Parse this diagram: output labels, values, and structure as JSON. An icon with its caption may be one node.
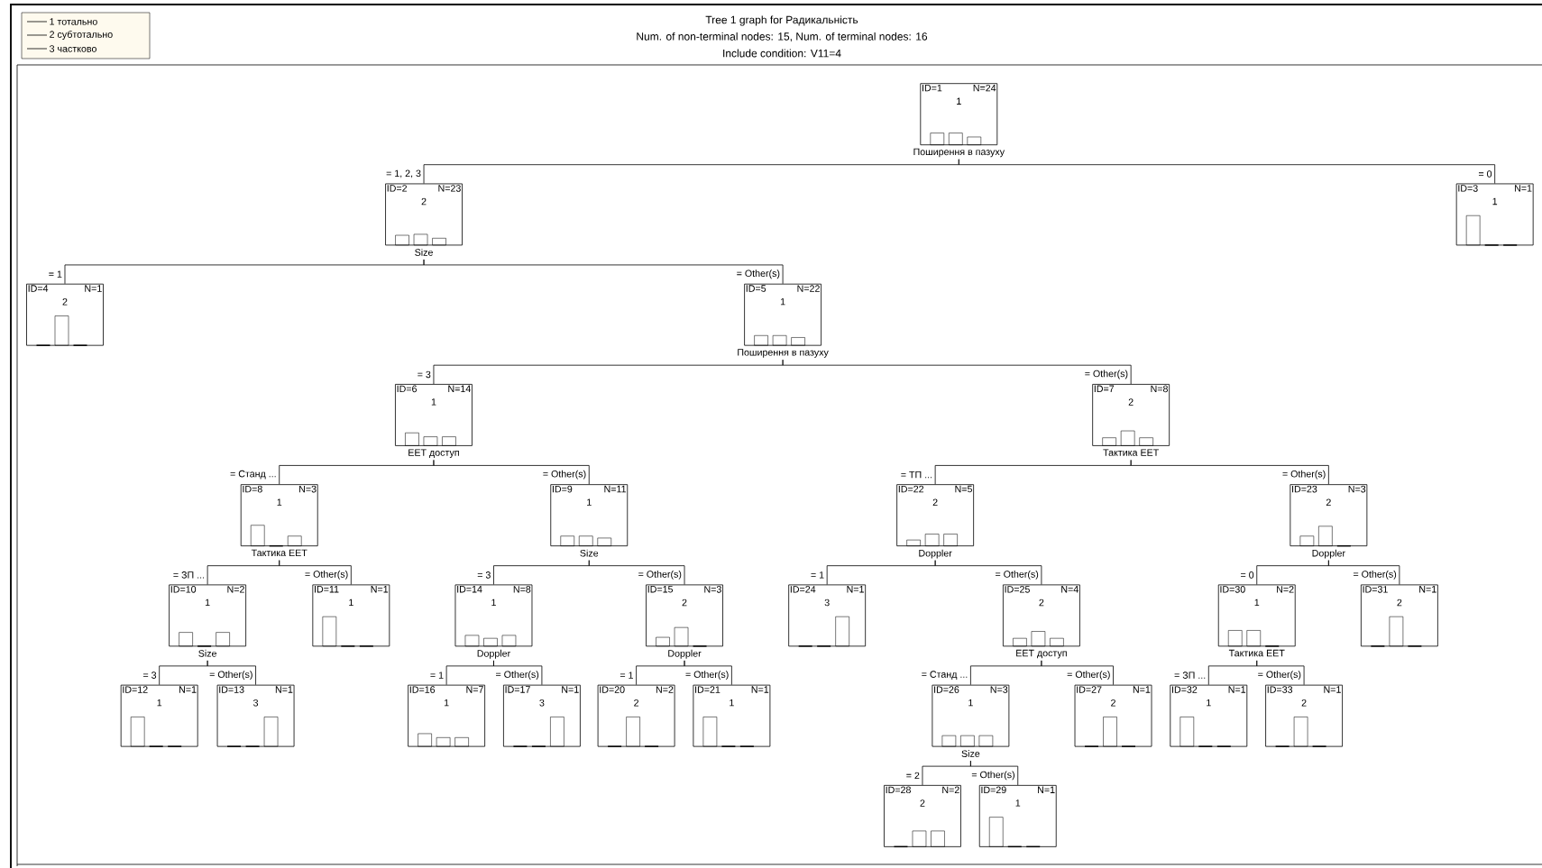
{
  "diagram": {
    "title": "Tree 1 graph for Радикальність",
    "nodes": [
      {
        "text": [
          "ID=1",
          "N=24",
          "1"
        ],
        "beside": [
          "Поширення в пазуху"
        ]
      },
      {
        "text": [
          "ID=2",
          "N=23",
          "2"
        ],
        "beside": [
          "Size"
        ]
      },
      {
        "text": [
          "ID=3",
          "N=1",
          "1"
        ]
      },
      {
        "text": [
          "ID=4",
          "N=1",
          "2"
        ]
      },
      {
        "text": [
          "ID=5",
          "N=22",
          "1"
        ],
        "beside": [
          "Поширення в пазуху"
        ]
      },
      {
        "text": [
          "ID=6",
          "N=14",
          "1"
        ],
        "beside": [
          "ЕЕТ доступ"
        ]
      },
      {
        "text": [
          "ID=7",
          "N=8",
          "2"
        ],
        "beside": [
          "Тактика ЕЕТ"
        ]
      },
      {
        "text": [
          "ID=8",
          "N=3",
          "1"
        ],
        "beside": [
          "Тактика ЕЕТ"
        ]
      },
      {
        "text": [
          "ID=9",
          "N=11",
          "1"
        ],
        "beside": [
          "Size"
        ]
      },
      {
        "text": [
          "ID=22",
          "N=5",
          "2"
        ],
        "beside": [
          "Doppler"
        ]
      },
      {
        "text": [
          "ID=23",
          "N=3",
          "2"
        ],
        "beside": [
          "Doppler"
        ]
      },
      {
        "text": [
          "ID=10",
          "N=2",
          "1"
        ],
        "beside": [
          "Size"
        ]
      },
      {
        "text": [
          "ID=11",
          "N=1",
          "1"
        ]
      },
      {
        "text": [
          "ID=14",
          "N=8",
          "1"
        ],
        "beside": [
          "Doppler"
        ]
      },
      {
        "text": [
          "ID=15",
          "N=3",
          "2"
        ],
        "beside": [
          "Doppler"
        ]
      },
      {
        "text": [
          "ID=24",
          "N=1",
          "3"
        ]
      },
      {
        "text": [
          "ID=25",
          "N=4",
          "2"
        ],
        "beside": [
          "ЕЕТ доступ"
        ]
      },
      {
        "text": [
          "ID=30",
          "N=2",
          "1"
        ],
        "beside": [
          "Тактика ЕЕТ"
        ]
      },
      {
        "text": [
          "ID=31",
          "N=1",
          "2"
        ]
      },
      {
        "text": [
          "ID=12",
          "N=1",
          "1"
        ]
      },
      {
        "text": [
          "ID=13",
          "N=1",
          "3"
        ]
      },
      {
        "text": [
          "ID=16",
          "N=7",
          "1"
        ]
      },
      {
        "text": [
          "ID=17",
          "N=1",
          "3"
        ]
      },
      {
        "text": [
          "ID=20",
          "N=2",
          "2"
        ]
      },
      {
        "text": [
          "ID=21",
          "N=1",
          "1"
        ]
      },
      {
        "text": [
          "ID=26",
          "N=3",
          "1"
        ],
        "beside": [
          "Size"
        ]
      },
      {
        "text": [
          "ID=27",
          "N=1",
          "2"
        ]
      },
      {
        "text": [
          "ID=32",
          "N=1",
          "1"
        ]
      },
      {
        "text": [
          "ID=33",
          "N=1",
          "2"
        ]
      },
      {
        "text": [
          "ID=28",
          "N=2",
          "2"
        ]
      },
      {
        "text": [
          "ID=29",
          "N=1",
          "1"
        ]
      }
    ],
    "edges": [
      {
        "from": 0,
        "to": 1,
        "arrow": "none",
        "label": "= 1, 2, 3"
      },
      {
        "from": 0,
        "to": 2,
        "arrow": "none",
        "label": "= 0"
      },
      {
        "from": 1,
        "to": 3,
        "arrow": "none",
        "label": "= 1"
      },
      {
        "from": 1,
        "to": 4,
        "arrow": "none",
        "label": "= Other(s)"
      },
      {
        "from": 4,
        "to": 5,
        "arrow": "none",
        "label": "= 3"
      },
      {
        "from": 4,
        "to": 6,
        "arrow": "none",
        "label": "= Other(s)"
      },
      {
        "from": 5,
        "to": 7,
        "arrow": "none",
        "label": "= Станд ..."
      },
      {
        "from": 5,
        "to": 8,
        "arrow": "none",
        "label": "= Other(s)"
      },
      {
        "from": 6,
        "to": 9,
        "arrow": "none",
        "label": "= ТП ..."
      },
      {
        "from": 6,
        "to": 10,
        "arrow": "none",
        "label": "= Other(s)"
      },
      {
        "from": 7,
        "to": 11,
        "arrow": "none",
        "label": "= ЗП ..."
      },
      {
        "from": 7,
        "to": 12,
        "arrow": "none",
        "label": "= Other(s)"
      },
      {
        "from": 8,
        "to": 13,
        "arrow": "none",
        "label": "= 3"
      },
      {
        "from": 8,
        "to": 14,
        "arrow": "none",
        "label": "= Other(s)"
      },
      {
        "from": 9,
        "to": 15,
        "arrow": "none",
        "label": "= 1"
      },
      {
        "from": 9,
        "to": 16,
        "arrow": "none",
        "label": "= Other(s)"
      },
      {
        "from": 10,
        "to": 17,
        "arrow": "none",
        "label": "= 0"
      },
      {
        "from": 10,
        "to": 18,
        "arrow": "none",
        "label": "= Other(s)"
      },
      {
        "from": 11,
        "to": 19,
        "arrow": "none",
        "label": "= 3"
      },
      {
        "from": 11,
        "to": 20,
        "arrow": "none",
        "label": "= Other(s)"
      },
      {
        "from": 13,
        "to": 21,
        "arrow": "none",
        "label": "= 1"
      },
      {
        "from": 13,
        "to": 22,
        "arrow": "none",
        "label": "= Other(s)"
      },
      {
        "from": 14,
        "to": 23,
        "arrow": "none",
        "label": "= 1"
      },
      {
        "from": 14,
        "to": 24,
        "arrow": "none",
        "label": "= Other(s)"
      },
      {
        "from": 16,
        "to": 25,
        "arrow": "none",
        "label": "= Станд ..."
      },
      {
        "from": 16,
        "to": 26,
        "arrow": "none",
        "label": "= Other(s)"
      },
      {
        "from": 17,
        "to": 27,
        "arrow": "none",
        "label": "= ЗП ..."
      },
      {
        "from": 17,
        "to": 28,
        "arrow": "none",
        "label": "= Other(s)"
      },
      {
        "from": 25,
        "to": 29,
        "arrow": "none",
        "label": "= 2"
      },
      {
        "from": 25,
        "to": 30,
        "arrow": "none",
        "label": "= Other(s)"
      }
    ],
    "labels": [
      "Num. of non-terminal nodes: 15,  Num. of terminal nodes: 16",
      "Include condition: V11=4"
    ],
    "legend": [
      {
        "text": "1 тотально"
      },
      {
        "text": "2 субтотально"
      },
      {
        "text": "3 частково"
      }
    ]
  }
}
